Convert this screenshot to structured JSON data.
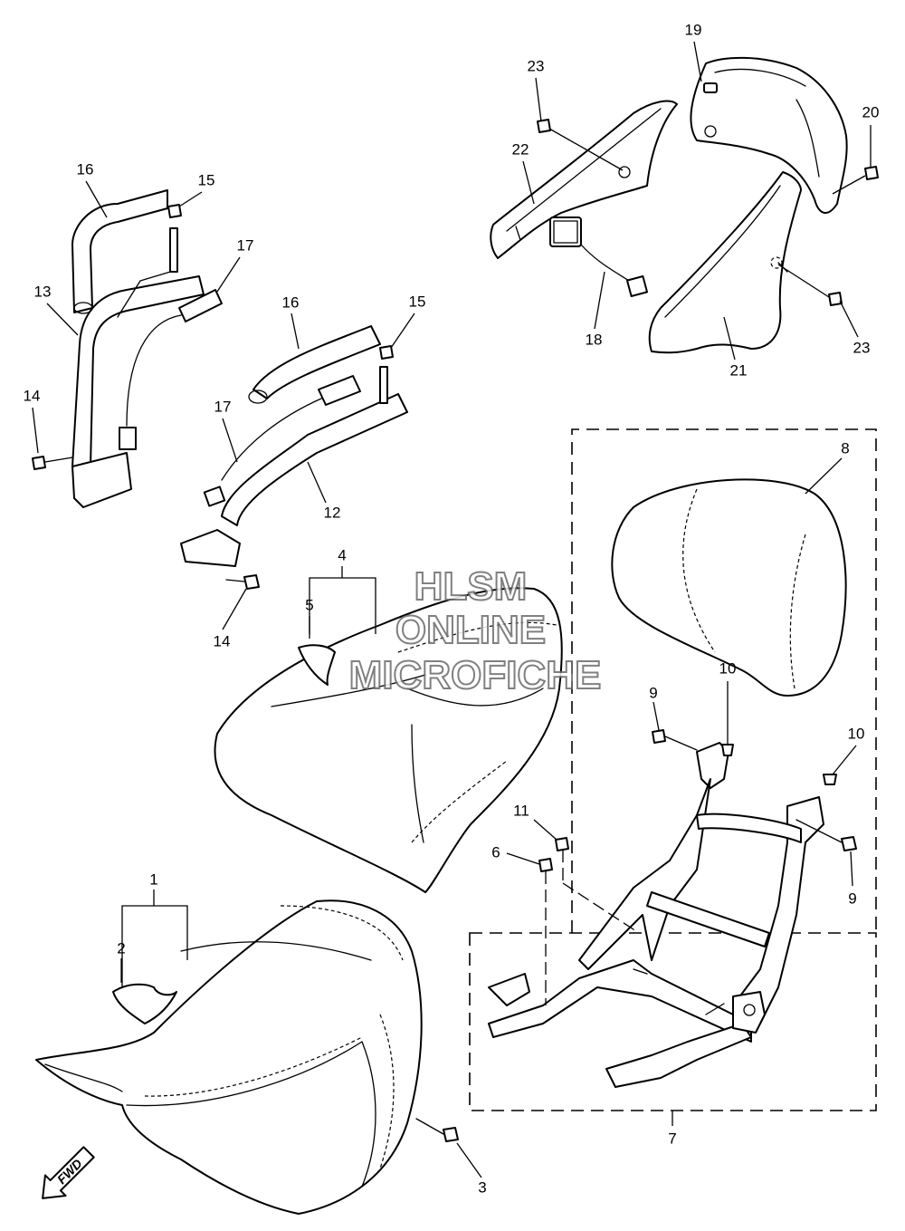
{
  "diagram": {
    "callouts": [
      {
        "id": "c1",
        "label": "1"
      },
      {
        "id": "c2",
        "label": "2"
      },
      {
        "id": "c3",
        "label": "3"
      },
      {
        "id": "c4",
        "label": "4"
      },
      {
        "id": "c5",
        "label": "5"
      },
      {
        "id": "c6",
        "label": "6"
      },
      {
        "id": "c7",
        "label": "7"
      },
      {
        "id": "c8",
        "label": "8"
      },
      {
        "id": "c9a",
        "label": "9"
      },
      {
        "id": "c9b",
        "label": "9"
      },
      {
        "id": "c10a",
        "label": "10"
      },
      {
        "id": "c10b",
        "label": "10"
      },
      {
        "id": "c11",
        "label": "11"
      },
      {
        "id": "c12",
        "label": "12"
      },
      {
        "id": "c13",
        "label": "13"
      },
      {
        "id": "c14a",
        "label": "14"
      },
      {
        "id": "c14b",
        "label": "14"
      },
      {
        "id": "c15a",
        "label": "15"
      },
      {
        "id": "c15b",
        "label": "15"
      },
      {
        "id": "c16a",
        "label": "16"
      },
      {
        "id": "c16b",
        "label": "16"
      },
      {
        "id": "c17a",
        "label": "17"
      },
      {
        "id": "c17b",
        "label": "17"
      },
      {
        "id": "c18",
        "label": "18"
      },
      {
        "id": "c19",
        "label": "19"
      },
      {
        "id": "c20",
        "label": "20"
      },
      {
        "id": "c21",
        "label": "21"
      },
      {
        "id": "c22",
        "label": "22"
      },
      {
        "id": "c23a",
        "label": "23"
      },
      {
        "id": "c23b",
        "label": "23"
      }
    ],
    "direction_arrow": "FWD",
    "watermark": {
      "line1": "HLSM",
      "line2": "ONLINE",
      "line3": "MICROFICHE"
    },
    "colors": {
      "line": "#000000",
      "background": "#ffffff",
      "watermark_outline": "#6a6a6a"
    }
  }
}
